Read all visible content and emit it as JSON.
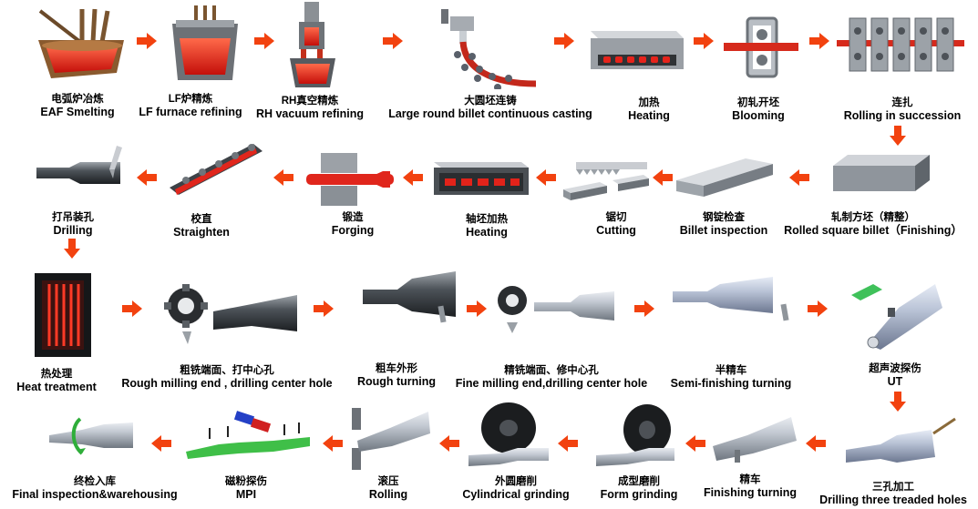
{
  "colors": {
    "arrow": "#f2420f",
    "metal": "#9aa0a8",
    "hot": "#e8211a"
  },
  "flow": {
    "row1": [
      {
        "zh": "电弧炉冶炼",
        "en": "EAF Smelting",
        "icon": "eaf-furnace-icon"
      },
      {
        "zh": "LF炉精炼",
        "en": "LF furnace refining",
        "icon": "ladle-furnace-icon"
      },
      {
        "zh": "RH真空精炼",
        "en": "RH vacuum refining",
        "icon": "rh-vacuum-icon"
      },
      {
        "zh": "大圆坯连铸",
        "en": "Large round billet continuous casting",
        "icon": "continuous-caster-icon"
      },
      {
        "zh": "加热",
        "en": "Heating",
        "icon": "heating-furnace-icon"
      },
      {
        "zh": "初轧开坯",
        "en": "Blooming",
        "icon": "blooming-mill-icon"
      },
      {
        "zh": "连扎",
        "en": "Rolling in succession",
        "icon": "rolling-stands-icon"
      }
    ],
    "row2": [
      {
        "zh": "轧制方坯（精整）",
        "en": "Rolled square billet（Finishing）",
        "icon": "square-billet-icon"
      },
      {
        "zh": "钢锭检查",
        "en": "Billet inspection",
        "icon": "billet-inspection-icon"
      },
      {
        "zh": "锯切",
        "en": "Cutting",
        "icon": "saw-cutting-icon"
      },
      {
        "zh": "轴坯加热",
        "en": "Heating",
        "icon": "axle-blank-heating-icon"
      },
      {
        "zh": "锻造",
        "en": "Forging",
        "icon": "forging-press-icon"
      },
      {
        "zh": "校直",
        "en": "Straighten",
        "icon": "straightening-icon"
      },
      {
        "zh": "打吊装孔",
        "en": "Drilling",
        "icon": "drilling-icon"
      }
    ],
    "row3": [
      {
        "zh": "热处理",
        "en": "Heat treatment",
        "icon": "heat-treatment-icon"
      },
      {
        "zh": "粗铣端面、打中心孔",
        "en": "Rough milling end , drilling center hole",
        "icon": "rough-milling-icon"
      },
      {
        "zh": "粗车外形",
        "en": "Rough turning",
        "icon": "rough-turning-icon"
      },
      {
        "zh": "精铣端面、修中心孔",
        "en": "Fine milling end,drilling center hole",
        "icon": "fine-milling-icon"
      },
      {
        "zh": "半精车",
        "en": "Semi-finishing turning",
        "icon": "semi-finishing-icon"
      },
      {
        "zh": "超声波探伤",
        "en": "UT",
        "icon": "ultrasonic-test-icon"
      }
    ],
    "row4": [
      {
        "zh": "三孔加工",
        "en": "Drilling three treaded holes",
        "icon": "three-holes-icon"
      },
      {
        "zh": "精车",
        "en": "Finishing turning",
        "icon": "finishing-turning-icon"
      },
      {
        "zh": "成型磨削",
        "en": "Form grinding",
        "icon": "form-grinding-icon"
      },
      {
        "zh": "外圆磨削",
        "en": "Cylindrical grinding",
        "icon": "cylindrical-grinding-icon"
      },
      {
        "zh": "滚压",
        "en": "Rolling",
        "icon": "roller-burnishing-icon"
      },
      {
        "zh": "磁粉探伤",
        "en": "MPI",
        "icon": "magnetic-particle-icon"
      },
      {
        "zh": "终检入库",
        "en": "Final inspection&warehousing",
        "icon": "final-inspection-icon"
      }
    ]
  }
}
